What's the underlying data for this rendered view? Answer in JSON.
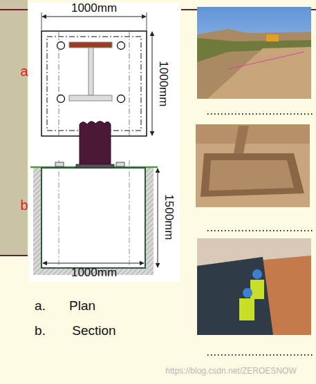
{
  "diagram": {
    "labels": [
      "1000mm",
      "a",
      "1000mm",
      "b",
      "1500mm",
      "1000mm",
      "a.",
      "Plan",
      "b.",
      "Section",
      "https://blog.csdn.net/ZEROESNOW"
    ]
  }
}
